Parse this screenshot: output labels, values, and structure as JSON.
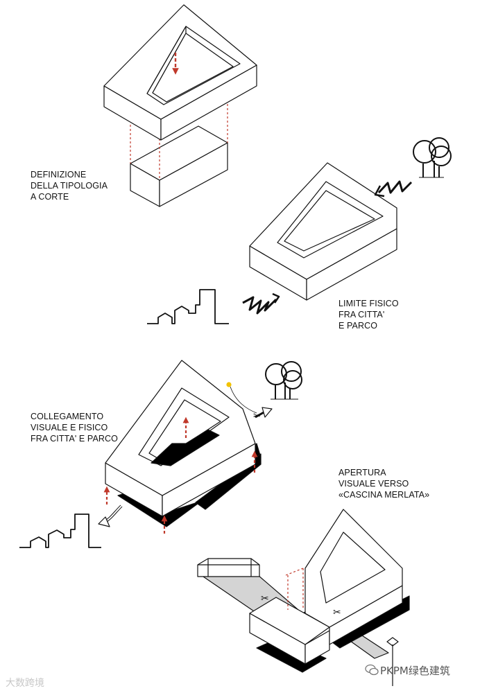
{
  "labels": {
    "tipologia": [
      "DEFINIZIONE",
      "DELLA TIPOLOGIA",
      "A CORTE"
    ],
    "limite": [
      "LIMITE FISICO",
      "FRA CITTA'",
      "E PARCO"
    ],
    "collegamento": [
      "COLLEGAMENTO",
      "VISUALE E FISICO",
      "FRA CITTA' E PARCO"
    ],
    "apertura": [
      "APERTURA",
      "VISUALE VERSO",
      "«CASCINA MERLATA»"
    ]
  },
  "watermarks": {
    "left": "大数跨境",
    "right": "PKPM绿色建筑"
  },
  "colors": {
    "line": "#111111",
    "arrow_red": "#c0392b",
    "shadow": "#000000",
    "glass": "#d4d4d4",
    "sun": "#f2c200"
  }
}
